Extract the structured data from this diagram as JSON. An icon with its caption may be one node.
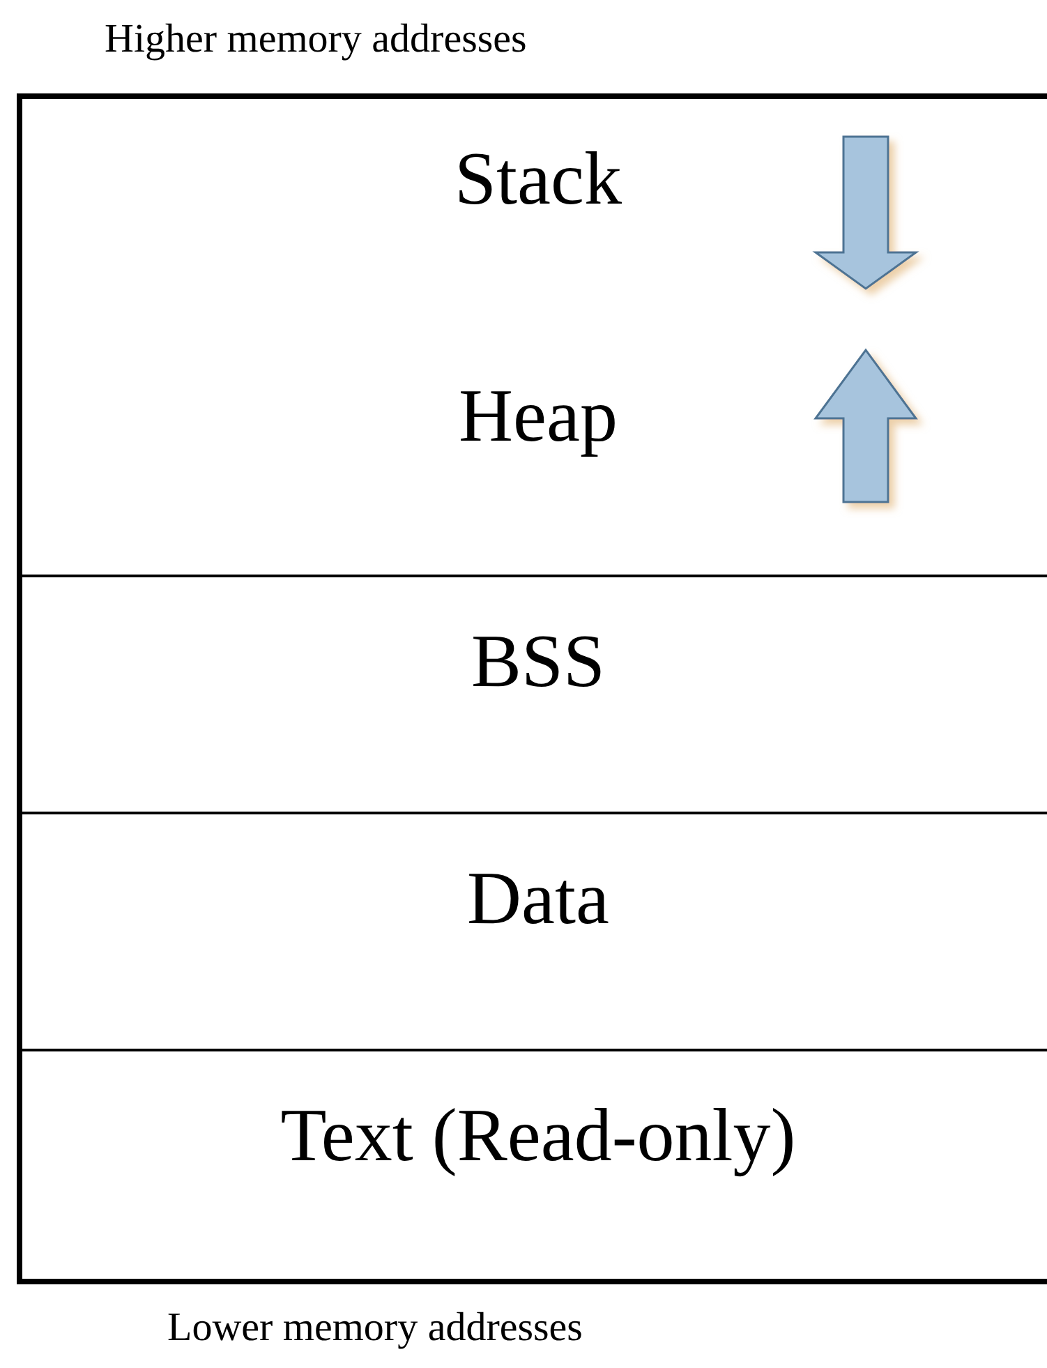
{
  "diagram": {
    "nodes": [
      {
        "text": [
          "Stack",
          "Heap"
        ]
      },
      {
        "text": [
          "BSS"
        ]
      },
      {
        "text": [
          "Data"
        ]
      },
      {
        "text": [
          "Text (Read-only)"
        ]
      }
    ],
    "labels": [
      "Higher memory addresses",
      "Lower memory addresses"
    ]
  }
}
